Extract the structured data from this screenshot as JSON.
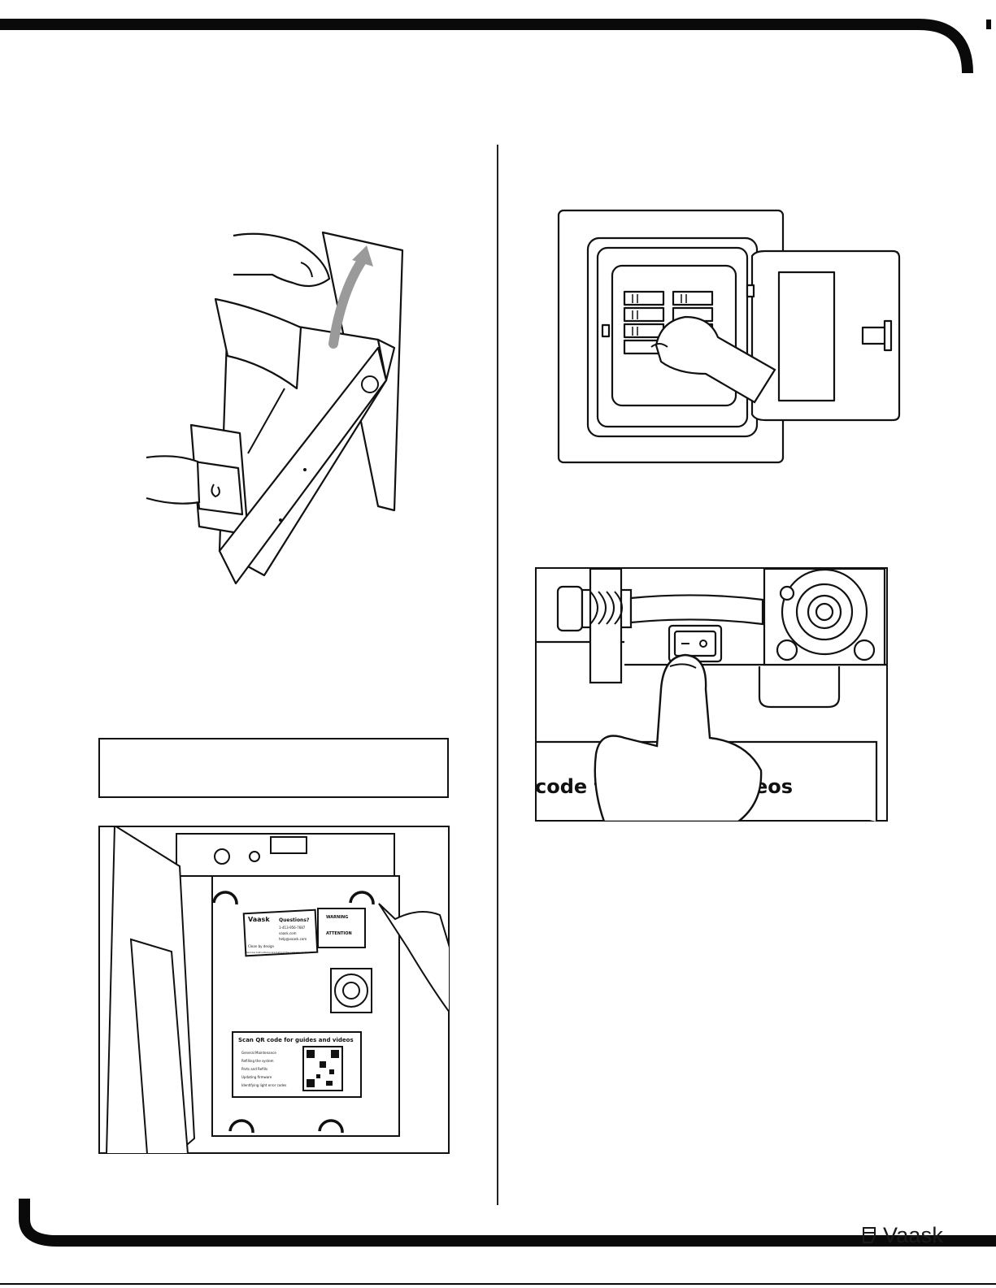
{
  "brand": {
    "name": "Vaask",
    "logo_icon": "vaask-logo-icon"
  },
  "illustrations": {
    "power_switch": {
      "banner_text": "code fo",
      "banner_text_right": "eos"
    },
    "back_panel": {
      "label_brand": "Vaask",
      "label_tagline": "Clean by design",
      "label_questions": "Questions?",
      "label_phone": "1-413-956-7687",
      "label_web": "vaask.com",
      "label_email": "help@vaask.com",
      "label_footer": "Service Instructions are behind the cartridge button.",
      "warning_title": "WARNING",
      "attention_title": "ATTENTION",
      "qr_heading": "Scan QR code for guides and videos",
      "qr_items": [
        "General Maintenance",
        "Refilling the system",
        "Parts and Refills",
        "Updating firmware",
        "Identifying light error codes"
      ]
    }
  },
  "colors": {
    "ink": "#111111",
    "arrow_gray": "#9a9a9a",
    "frame": "#0a0a0a"
  }
}
